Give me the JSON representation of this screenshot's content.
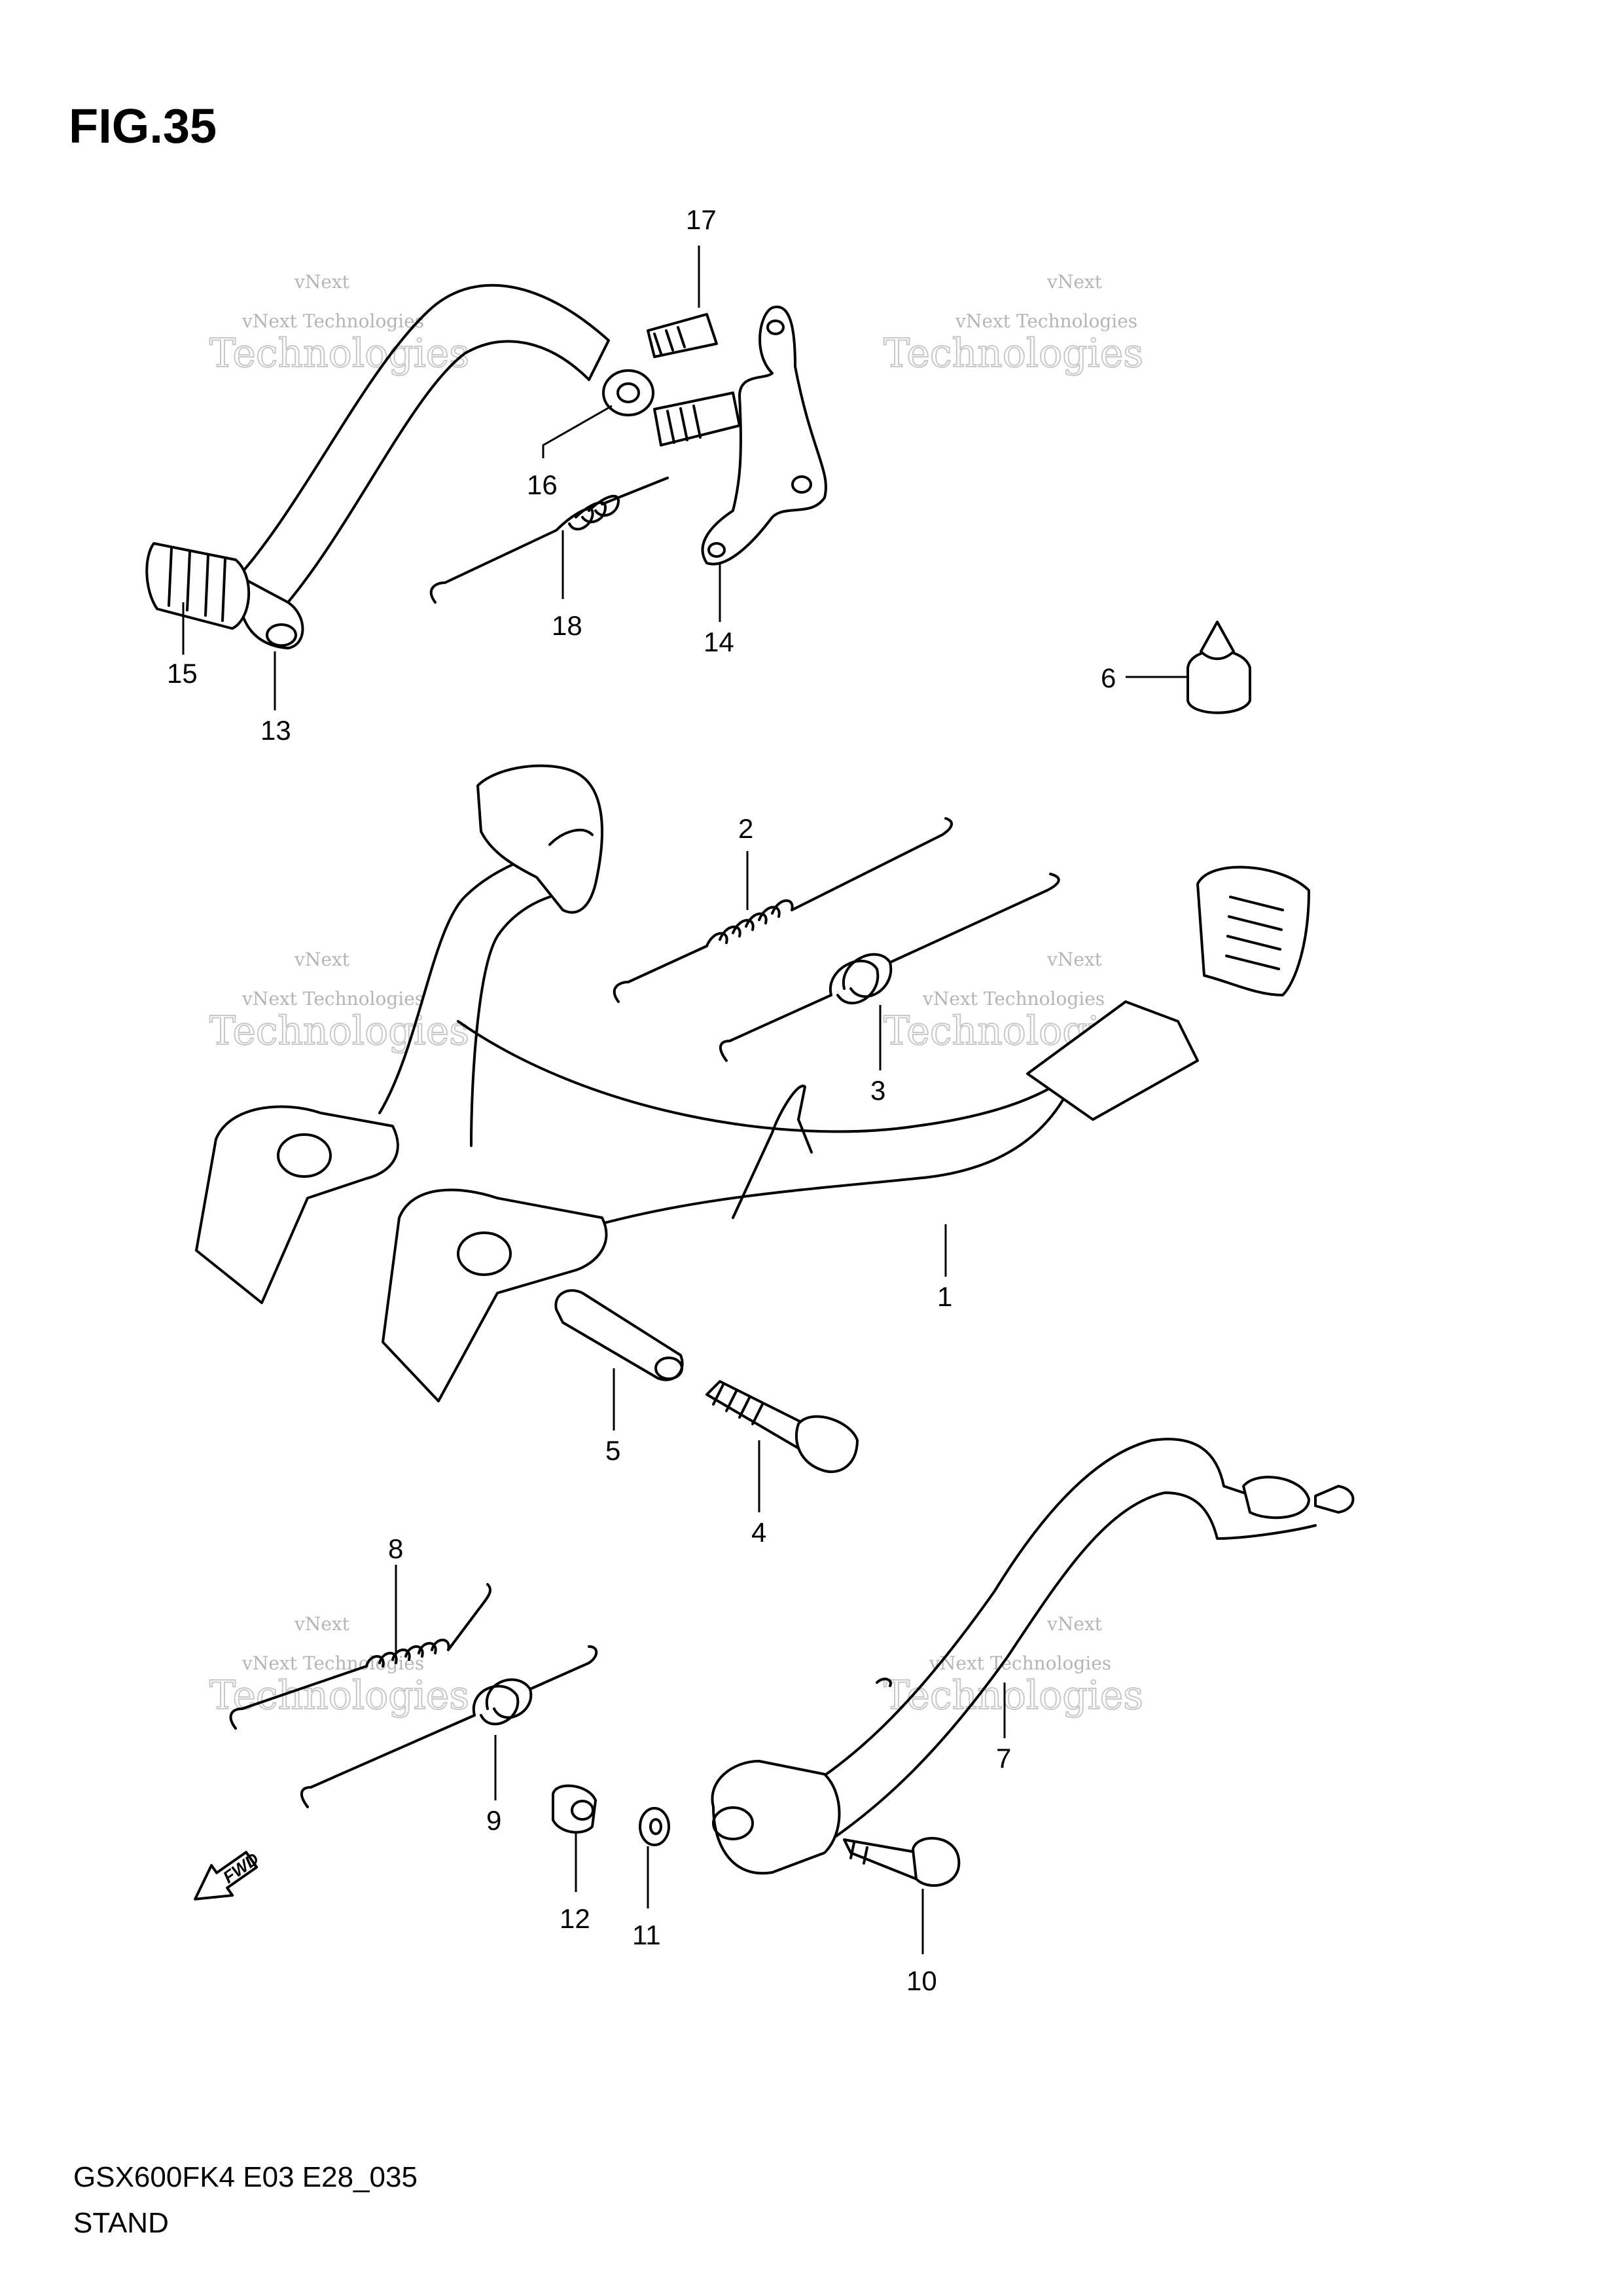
{
  "figure": {
    "title": "FIG.35",
    "model_code": "GSX600FK4 E03 E28_035",
    "section": "STAND"
  },
  "watermark": {
    "brand_line1": "vNext",
    "brand_line2": "Technologies",
    "small_text": "vNext Technologies",
    "big_text": "Technologies"
  },
  "callouts": [
    {
      "id": "p1",
      "label": "1"
    },
    {
      "id": "p2",
      "label": "2"
    },
    {
      "id": "p3",
      "label": "3"
    },
    {
      "id": "p4",
      "label": "4"
    },
    {
      "id": "p5",
      "label": "5"
    },
    {
      "id": "p6",
      "label": "6"
    },
    {
      "id": "p7",
      "label": "7"
    },
    {
      "id": "p8",
      "label": "8"
    },
    {
      "id": "p9",
      "label": "9"
    },
    {
      "id": "p10",
      "label": "10"
    },
    {
      "id": "p11",
      "label": "11"
    },
    {
      "id": "p12",
      "label": "12"
    },
    {
      "id": "p13",
      "label": "13"
    },
    {
      "id": "p14",
      "label": "14"
    },
    {
      "id": "p15",
      "label": "15"
    },
    {
      "id": "p16",
      "label": "16"
    },
    {
      "id": "p17",
      "label": "17"
    },
    {
      "id": "p18",
      "label": "18"
    }
  ],
  "fwd_arrow_label": "FWD"
}
